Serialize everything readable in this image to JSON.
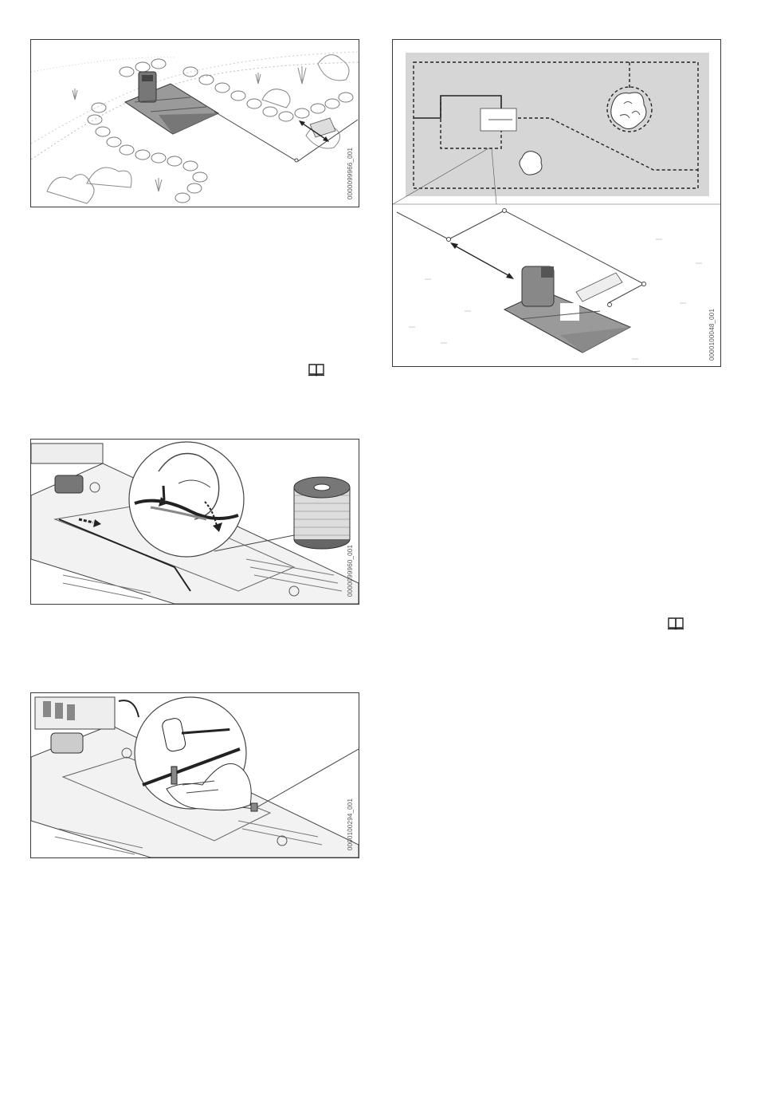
{
  "figures": [
    {
      "id": "fig-dock-boundary",
      "code": "0000099966_001"
    },
    {
      "id": "fig-garden-plan",
      "code": "0000100048_001"
    },
    {
      "id": "fig-wire-insert",
      "code": "0000099960_001"
    },
    {
      "id": "fig-peg-hammer",
      "code": "0000100294_001"
    }
  ],
  "icons": {
    "reference": "book-icon"
  }
}
